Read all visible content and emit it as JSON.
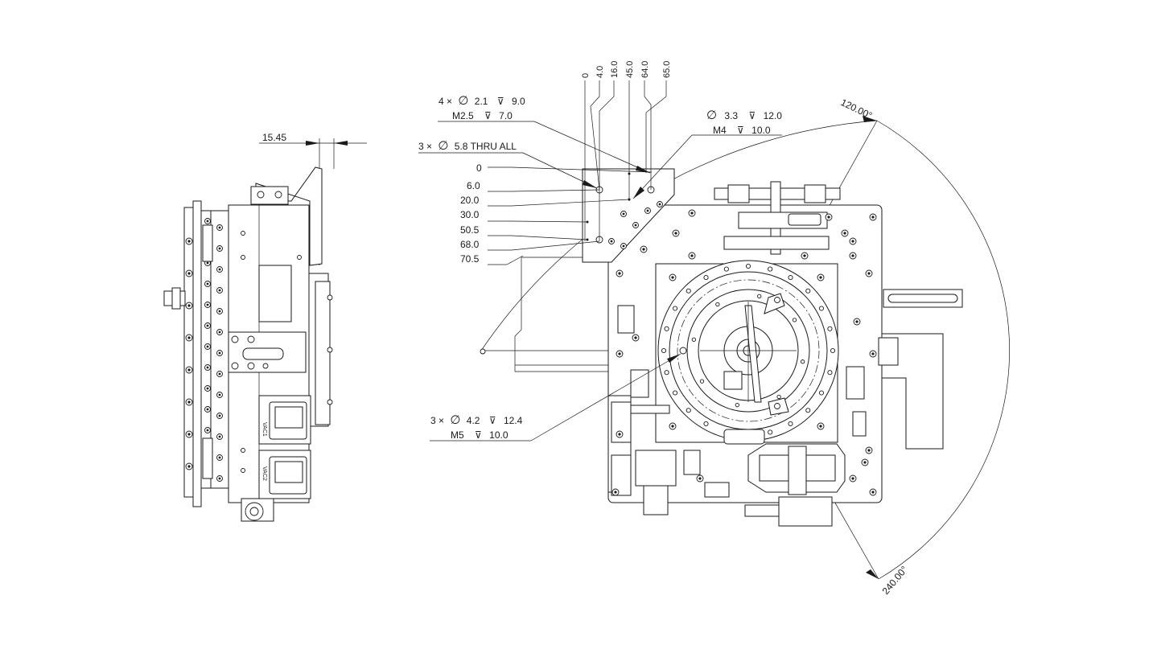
{
  "side_view": {
    "dimension": "15.45",
    "module_label_1": "VAC1",
    "module_label_2": "VAC2"
  },
  "callouts": {
    "holes_4x": {
      "count": "4 ×",
      "dia_symbol": "∅",
      "dia": "2.1",
      "depth_symbol": "⊽",
      "depth": "9.0"
    },
    "thread_m25": {
      "thread": "M2.5",
      "depth_symbol": "⊽",
      "depth": "7.0"
    },
    "holes_3x_thru": {
      "count": "3 ×",
      "dia_symbol": "∅",
      "dia": "5.8 THRU ALL"
    },
    "holes_33": {
      "dia_symbol": "∅",
      "dia": "3.3",
      "depth_symbol": "⊽",
      "depth": "12.0"
    },
    "thread_m4": {
      "thread": "M4",
      "depth_symbol": "⊽",
      "depth": "10.0"
    },
    "holes_3x_42": {
      "count": "3 ×",
      "dia_symbol": "∅",
      "dia": "4.2",
      "depth_symbol": "⊽",
      "depth": "12.4"
    },
    "thread_m5": {
      "thread": "M5",
      "depth_symbol": "⊽",
      "depth": "10.0"
    }
  },
  "vertical_ordinates": [
    "0",
    "6.0",
    "20.0",
    "30.0",
    "50.5",
    "68.0",
    "70.5"
  ],
  "horizontal_ordinates": [
    "0",
    "4.0",
    "16.0",
    "45.0",
    "64.0",
    "65.0"
  ],
  "angles": {
    "upper": "120.00°",
    "lower": "240.00°"
  }
}
